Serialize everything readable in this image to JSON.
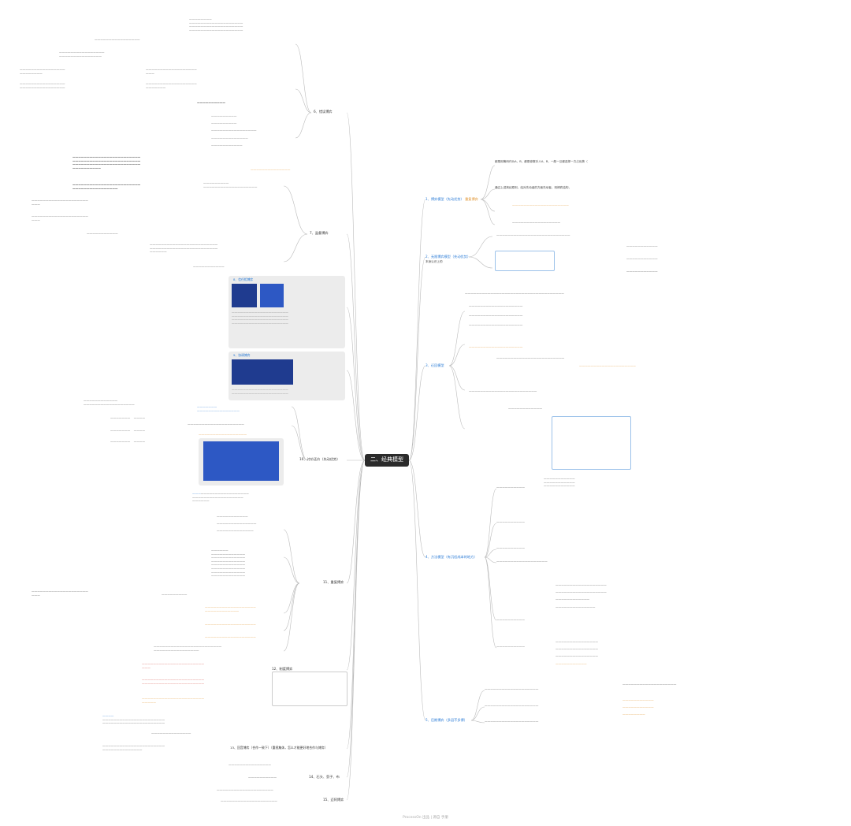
{
  "center": {
    "title": "二、经典模型"
  },
  "right": {
    "b1": {
      "title": "1、博弈模型（先动优势）",
      "tail": "重复博弈",
      "lines": [
        "都是用筹码作为A、B、都是参赛手人A、B、一般一旦都选择一方占优势（",
        "通过上述拘纪原则，给对先动者的方面先动者，则博弈结构，"
      ]
    },
    "b2": {
      "title": "2、无限博弈模型（先动优势）",
      "note": "本身认识上的"
    },
    "b3": {
      "title": "3、迁回模型"
    },
    "b4": {
      "title": "4、方法模型（有沉低成本的地方）"
    },
    "b5": {
      "title": "5、后期博弈（多因不多博）"
    }
  },
  "left": {
    "b6": {
      "title": "6、错误博弈"
    },
    "b7": {
      "title": "7、监督博弈"
    },
    "b8": {
      "title": "8、信任相博弈"
    },
    "b9": {
      "title": "9、协调博弈"
    },
    "b10": {
      "title": "10、讨价还价（先动优势）"
    },
    "b11": {
      "title": "11、重复博弈"
    },
    "b12": {
      "title": "12、制度博弈"
    },
    "b13": {
      "title": "13、回音博弈（合作一致下）（重视集体，怎么才能更好地合作与博弈）"
    },
    "b14": {
      "title": "14、石头、剪子、布"
    },
    "b15": {
      "title": "15、迈阿博弈"
    }
  },
  "footer": {
    "text": "ProcessOn 出品 | 源自 手册"
  },
  "colors": {
    "accent": "#2a7bd6",
    "highlight": "#e0902a",
    "center_bg": "#2b2b2b"
  }
}
